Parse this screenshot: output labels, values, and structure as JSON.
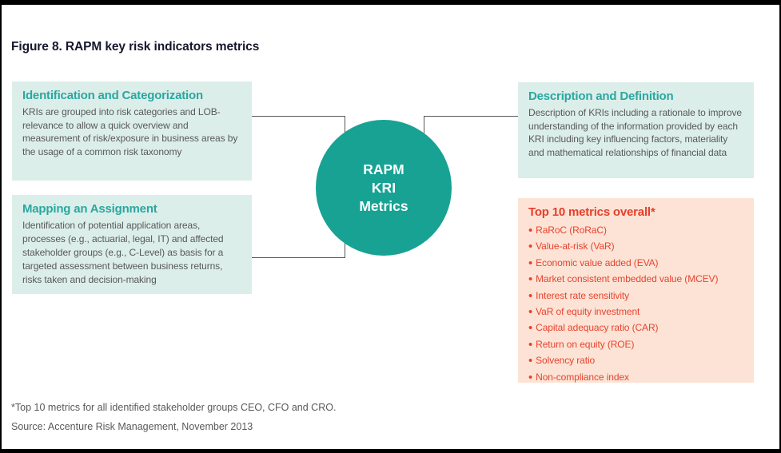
{
  "page": {
    "title": "Figure 8. RAPM key risk indicators metrics",
    "footnote": "*Top 10 metrics for all identified stakeholder groups CEO, CFO and CRO.",
    "source": "Source: Accenture Risk Management, November 2013"
  },
  "diagram": {
    "center_circle": {
      "line1": "RAPM",
      "line2": "KRI",
      "line3": "Metrics"
    },
    "identification": {
      "heading": "Identification and Categorization",
      "body": "KRIs are grouped into risk categories and LOB-relevance to allow a quick overview and measurement of risk/exposure in business areas by the usage of a common risk taxonomy"
    },
    "mapping": {
      "heading": "Mapping an Assignment",
      "body": "Identification of potential application areas, processes (e.g., actuarial, legal, IT) and affected stakeholder groups (e.g., C-Level) as basis for a targeted assessment between business returns, risks taken and decision-making"
    },
    "description": {
      "heading": "Description and Definition",
      "body": "Description of KRIs including a rationale to improve understanding of the information provided by each KRI including key influencing factors, materiality and mathematical relationships of financial data"
    },
    "top_metrics": {
      "heading": "Top 10 metrics overall*",
      "items": [
        "RaRoC (RoRaC)",
        "Value-at-risk (VaR)",
        "Economic value added (EVA)",
        "Market consistent embedded value (MCEV)",
        "Interest rate sensitivity",
        "VaR of equity investment",
        "Capital adequacy ratio (CAR)",
        "Return on equity (ROE)",
        "Solvency ratio",
        "Non-compliance index"
      ]
    }
  },
  "colors": {
    "teal_box_bg": "#dceee9",
    "teal_heading": "#2ba7a1",
    "circle_fill": "#17a294",
    "orange_box_bg": "#fce3d5",
    "red_text": "#e8432f",
    "body_text": "#58595b",
    "title_text": "#17172e",
    "connector_line": "#58585a"
  }
}
